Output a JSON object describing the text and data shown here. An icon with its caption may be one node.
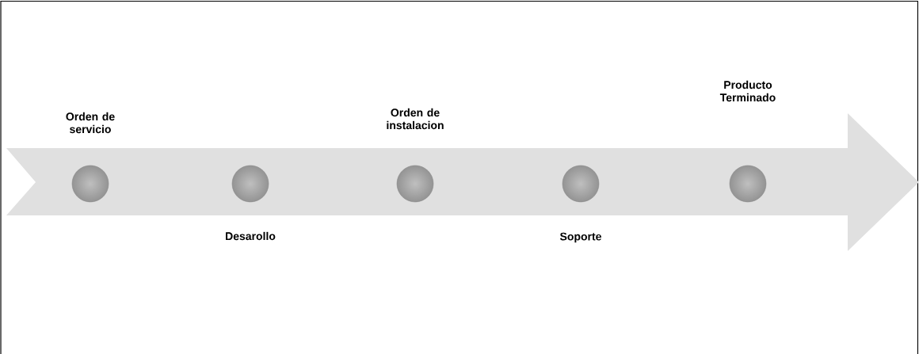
{
  "diagram": {
    "nodes": [
      {
        "text": [],
        "shape": "circle",
        "beside": [
          "Orden de servicio"
        ]
      },
      {
        "text": [],
        "shape": "circle",
        "beside": [
          "Desarollo"
        ]
      },
      {
        "text": [],
        "shape": "circle",
        "beside": [
          "Orden de instalacion"
        ]
      },
      {
        "text": [],
        "shape": "circle",
        "beside": [
          "Soporte"
        ]
      },
      {
        "text": [],
        "shape": "circle"
      }
    ],
    "labels": [
      "Producto Terminado"
    ]
  }
}
